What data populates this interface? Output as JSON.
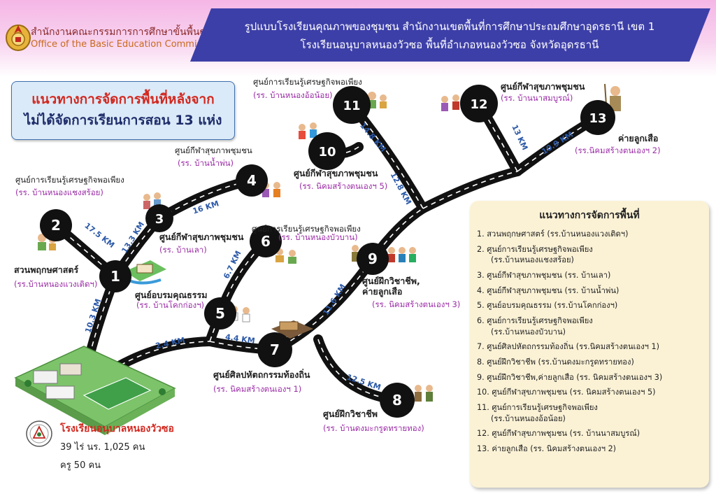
{
  "header": {
    "org_th": "สำนักงานคณะกรรมการการศึกษาขั้นพื้นฐาน",
    "org_en": "Office of the Basic Education Commission",
    "title_line1": "รูปแบบโรงเรียนคุณภาพของชุมชน สำนักงานเขตพื้นที่การศึกษาประถมศึกษาอุดรธานี เขต 1",
    "title_line2": "โรงเรียนอนุบาลหนองวัวซอ พื้นที่อำเภอหนองวัวซอ จังหวัดอุดรธานี"
  },
  "headline": {
    "line1": "แนวทางการจัดการพื้นที่หลังจาก",
    "line2": "ไม่ได้จัดการเรียนการสอน 13 แห่ง"
  },
  "school": {
    "name": "โรงเรียนอนุบาลหนองวัวซอ",
    "stat1": "39 ไร่ นร. 1,025 คน",
    "stat2": "ครู 50 คน"
  },
  "nodes": [
    {
      "num": "1",
      "name": "ศูนย์อบรมคุณธรรม",
      "school": "(รร. บ้านโคกก่องฯ)"
    },
    {
      "num": "2",
      "name": "สวนพฤกษศาสตร์",
      "school": "(รร.บ้านหนองแวงเติดฯ)"
    },
    {
      "num": "3",
      "name": "ศูนย์กีฬาสุขภาพชุมชน",
      "school": "(รร. บ้านเลา)"
    },
    {
      "num": "4",
      "name": "ศูนย์กีฬาสุขภาพชุมชน",
      "school": "(รร. บ้านน้ำพ่น)"
    },
    {
      "num": "5",
      "name": "ศูนย์การเรียนรู้เศรษฐกิจพอเพียง",
      "school": "(รร. บ้านหนองแชงสร้อย)"
    },
    {
      "num": "6",
      "name": "ศูนย์การเรียนรู้เศรษฐกิจพอเพียง",
      "school": "(รร. บ้านหนองบัวบาน)"
    },
    {
      "num": "7",
      "name": "ศูนย์ศิลปหัตถกรรมท้องถิ่น",
      "school": "(รร. นิคมสร้างตนเองฯ 1)"
    },
    {
      "num": "8",
      "name": "ศูนย์ฝึกวิชาชีพ",
      "school": "(รร. บ้านดงมะกรูดทรายทอง)"
    },
    {
      "num": "9",
      "name": "ศูนย์ฝึกวิชาชีพ,",
      "name2": "ค่ายลูกเสือ",
      "school": "(รร. นิคมสร้างตนเองฯ 3)"
    },
    {
      "num": "10",
      "name": "ศูนย์กีฬาสุขภาพชุมชน",
      "school": "(รร. นิคมสร้างตนเองฯ 5)"
    },
    {
      "num": "11",
      "name": "ศูนย์การเรียนรู้เศรษฐกิจพอเพียง",
      "school": "(รร. บ้านหนองอ้อน้อย)"
    },
    {
      "num": "12",
      "name": "ศูนย์กีฬาสุขภาพชุมชน",
      "school": "(รร. บ้านนาสมบูรณ์)"
    },
    {
      "num": "13",
      "name": "ค่ายลูกเสือ",
      "school": "(รร.นิคมสร้างตนเองฯ 2)"
    }
  ],
  "distances": [
    "10.3 KM",
    "17.5 KM",
    "13.3 KM",
    "16 KM",
    "2.4 KM",
    "6.7 KM",
    "4.4 KM",
    "11.6 KM",
    "12.5 KM",
    "12.8 KM",
    "14.8 KM",
    "13 KM",
    "10.9 KM"
  ],
  "legend": {
    "title": "แนวทางการจัดการพื้นที่",
    "items": [
      {
        "text": "1. สวนพฤกษศาสตร์ (รร.บ้านหนองแวงเติดฯ)"
      },
      {
        "text": "2. ศูนย์การเรียนรู้เศรษฐกิจพอเพียง",
        "sub": "(รร.บ้านหนองแชงสร้อย)"
      },
      {
        "text": "3. ศูนย์กีฬาสุขภาพชุมชน (รร. บ้านเลา)"
      },
      {
        "text": "4. ศูนย์กีฬาสุขภาพชุมชน (รร. บ้านน้ำพ่น)"
      },
      {
        "text": "5. ศูนย์อบรมคุณธรรม (รร.บ้านโคกก่องฯ)"
      },
      {
        "text": "6. ศูนย์การเรียนรู้เศรษฐกิจพอเพียง",
        "sub": "(รร.บ้านหนองบัวบาน)"
      },
      {
        "text": "7. ศูนย์ศิลปหัตถกรรมท้องถิ่น  (รร.นิคมสร้างตนเองฯ 1)"
      },
      {
        "text": "8. ศูนย์ฝึกวิชาชีพ (รร.บ้านดงมะกรูดทรายทอง)"
      },
      {
        "text": "9. ศูนย์ฝึกวิชาชีพ,ค่ายลูกเสือ  (รร. นิคมสร้างตนเองฯ 3)"
      },
      {
        "text": "10. ศูนย์กีฬาสุขภาพชุมชน (รร. นิคมสร้างตนเองฯ 5)"
      },
      {
        "text": "11. ศูนย์การเรียนรู้เศรษฐกิจพอเพียง",
        "sub": "(รร.บ้านหนองอ้อน้อย)"
      },
      {
        "text": "12. ศูนย์กีฬาสุขภาพชุมชน (รร. บ้านนาสมบูรณ์)"
      },
      {
        "text": "13. ค่ายลูกเสือ (รร. นิคมสร้างตนเองฯ 2)"
      }
    ]
  },
  "colors": {
    "banner": "#3d3fa8",
    "node": "#111111",
    "road_line": "#ffffff",
    "headline_red": "#d2271e",
    "school_purple": "#9b2ca6",
    "distance_blue": "#2d5aa8",
    "legend_bg": "#fbf2d6"
  }
}
